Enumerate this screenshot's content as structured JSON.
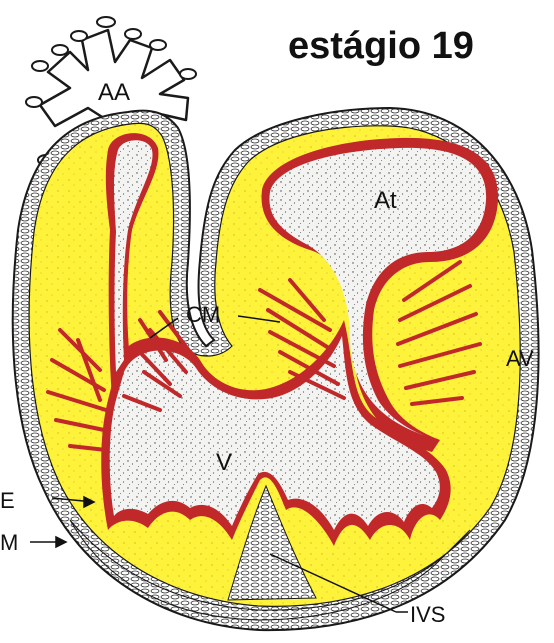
{
  "title": "estágio 19",
  "labels": {
    "aa": "AA",
    "at": "At",
    "cm": "CM",
    "av": "AV",
    "v": "V",
    "e": "E",
    "m": "M",
    "ivs": "IVS"
  },
  "colors": {
    "jelly": "#fff23a",
    "myocardium": "#c0282a",
    "trabeculae": "#e4564a",
    "lumen": "#f1f1ef",
    "outline": "#1a1a1a"
  }
}
